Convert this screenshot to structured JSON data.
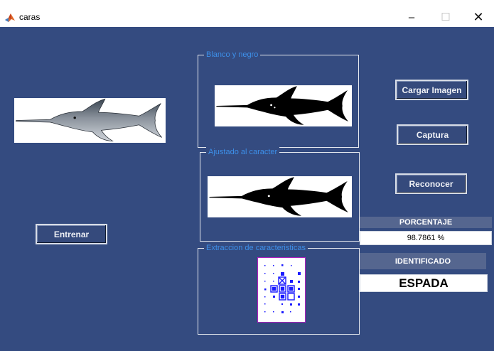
{
  "window": {
    "title": "caras",
    "minimize_glyph": "–",
    "maximize_glyph": "☐",
    "close_glyph": "✕"
  },
  "panels": {
    "bw": {
      "legend": "Blanco y negro"
    },
    "adjusted": {
      "legend": "Ajustado al caracter"
    },
    "features": {
      "legend": "Extraccion de caracteristicas"
    }
  },
  "buttons": {
    "load": "Cargar Imagen",
    "capture": "Captura",
    "recognize": "Reconocer",
    "train": "Entrenar"
  },
  "percentage": {
    "label": "PORCENTAJE",
    "value": "98.7861 %"
  },
  "identified": {
    "label": "IDENTIFICADO",
    "value": "ESPADA"
  },
  "colors": {
    "background": "#344b80",
    "legend_text": "#3d8fe8",
    "feature_frame": "#b020c0",
    "feature_marks": "#1a1aff"
  },
  "icons": {
    "app": "matlab-icon",
    "fish": "swordfish-image"
  }
}
